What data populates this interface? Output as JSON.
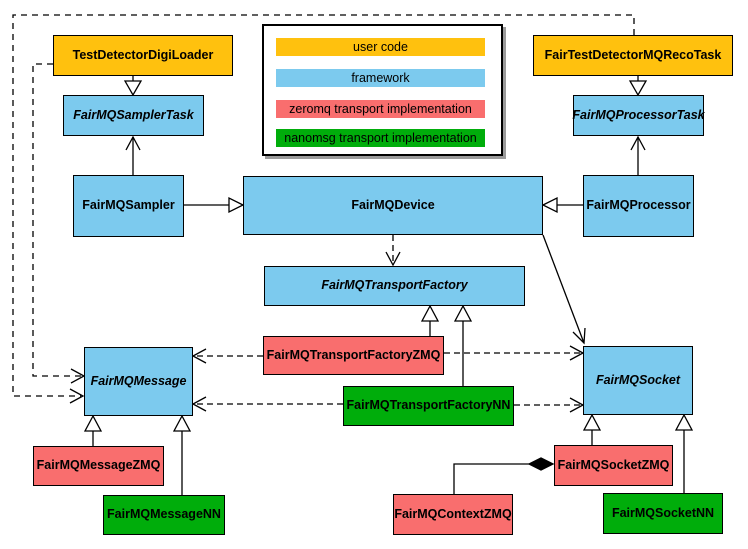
{
  "palette": {
    "user_code": "#FFC10E",
    "framework": "#7CCAEE",
    "zeromq_impl": "#F96E6E",
    "nanomsg_impl": "#00AD0B",
    "border": "#000000",
    "background": "#FFFFFF",
    "legend_shadow": "#9B9B9B"
  },
  "legend": {
    "items": [
      {
        "label": "user code",
        "color": "#FFC10E"
      },
      {
        "label": "framework",
        "color": "#7CCAEE"
      },
      {
        "label": "zeromq transport implementation",
        "color": "#F96E6E"
      },
      {
        "label": "nanomsg transport implementation",
        "color": "#00AD0B"
      }
    ]
  },
  "nodes": {
    "test_detector_digi_loader": {
      "label": "TestDetectorDigiLoader",
      "category": "user code",
      "abstract": false
    },
    "fair_test_detector_mq_reco_task": {
      "label": "FairTestDetectorMQRecoTask",
      "category": "user code",
      "abstract": false
    },
    "fairmq_sampler_task": {
      "label": "FairMQSamplerTask",
      "category": "framework",
      "abstract": true
    },
    "fairmq_processor_task": {
      "label": "FairMQProcessorTask",
      "category": "framework",
      "abstract": true
    },
    "fairmq_sampler": {
      "label": "FairMQSampler",
      "category": "framework",
      "abstract": false
    },
    "fairmq_device": {
      "label": "FairMQDevice",
      "category": "framework",
      "abstract": false
    },
    "fairmq_processor": {
      "label": "FairMQProcessor",
      "category": "framework",
      "abstract": false
    },
    "fairmq_transport_factory": {
      "label": "FairMQTransportFactory",
      "category": "framework",
      "abstract": true
    },
    "fairmq_transport_factory_zmq": {
      "label": "FairMQTransportFactoryZMQ",
      "category": "zeromq transport implementation",
      "abstract": false
    },
    "fairmq_transport_factory_nn": {
      "label": "FairMQTransportFactoryNN",
      "category": "nanomsg transport implementation",
      "abstract": false
    },
    "fairmq_message": {
      "label": "FairMQMessage",
      "category": "framework",
      "abstract": true
    },
    "fairmq_socket": {
      "label": "FairMQSocket",
      "category": "framework",
      "abstract": true
    },
    "fairmq_message_zmq": {
      "label": "FairMQMessageZMQ",
      "category": "zeromq transport implementation",
      "abstract": false
    },
    "fairmq_message_nn": {
      "label": "FairMQMessageNN",
      "category": "nanomsg transport implementation",
      "abstract": false
    },
    "fairmq_socket_zmq": {
      "label": "FairMQSocketZMQ",
      "category": "zeromq transport implementation",
      "abstract": false
    },
    "fairmq_context_zmq": {
      "label": "FairMQContextZMQ",
      "category": "zeromq transport implementation",
      "abstract": false
    },
    "fairmq_socket_nn": {
      "label": "FairMQSocketNN",
      "category": "nanomsg transport implementation",
      "abstract": false
    }
  },
  "edges": [
    {
      "from": "TestDetectorDigiLoader",
      "to": "FairMQSamplerTask",
      "type": "generalization"
    },
    {
      "from": "FairTestDetectorMQRecoTask",
      "to": "FairMQProcessorTask",
      "type": "generalization"
    },
    {
      "from": "FairMQSampler",
      "to": "FairMQDevice",
      "type": "generalization"
    },
    {
      "from": "FairMQProcessor",
      "to": "FairMQDevice",
      "type": "generalization"
    },
    {
      "from": "FairMQSampler",
      "to": "FairMQSamplerTask",
      "type": "association"
    },
    {
      "from": "FairMQProcessor",
      "to": "FairMQProcessorTask",
      "type": "association"
    },
    {
      "from": "FairMQDevice",
      "to": "FairMQTransportFactory",
      "type": "dependency"
    },
    {
      "from": "FairMQDevice",
      "to": "FairMQSocket",
      "type": "association"
    },
    {
      "from": "FairMQTransportFactoryZMQ",
      "to": "FairMQTransportFactory",
      "type": "generalization"
    },
    {
      "from": "FairMQTransportFactoryNN",
      "to": "FairMQTransportFactory",
      "type": "generalization"
    },
    {
      "from": "FairMQTransportFactoryZMQ",
      "to": "FairMQMessage",
      "type": "dependency"
    },
    {
      "from": "FairMQTransportFactoryZMQ",
      "to": "FairMQSocket",
      "type": "dependency"
    },
    {
      "from": "FairMQTransportFactoryNN",
      "to": "FairMQMessage",
      "type": "dependency"
    },
    {
      "from": "FairMQTransportFactoryNN",
      "to": "FairMQSocket",
      "type": "dependency"
    },
    {
      "from": "TestDetectorDigiLoader",
      "to": "FairMQMessage",
      "type": "dependency"
    },
    {
      "from": "FairTestDetectorMQRecoTask",
      "to": "FairMQMessage",
      "type": "dependency"
    },
    {
      "from": "FairMQMessageZMQ",
      "to": "FairMQMessage",
      "type": "generalization"
    },
    {
      "from": "FairMQMessageNN",
      "to": "FairMQMessage",
      "type": "generalization"
    },
    {
      "from": "FairMQSocketZMQ",
      "to": "FairMQSocket",
      "type": "generalization"
    },
    {
      "from": "FairMQSocketNN",
      "to": "FairMQSocket",
      "type": "generalization"
    },
    {
      "from": "FairMQContextZMQ",
      "to": "FairMQSocketZMQ",
      "type": "composition"
    }
  ]
}
